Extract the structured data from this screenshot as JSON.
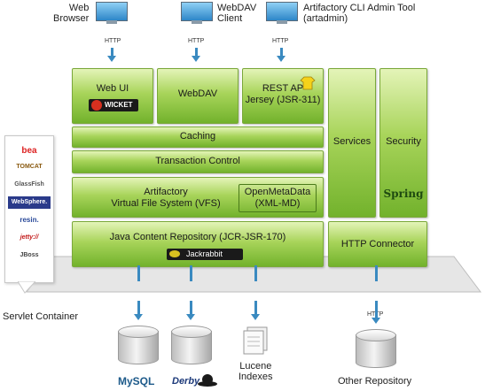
{
  "clients": {
    "web_browser": "Web\nBrowser",
    "webdav_client": "WebDAV\nClient",
    "cli": "Artifactory CLI Admin Tool\n(artadmin)",
    "http": "HTTP"
  },
  "modules": {
    "web_ui": "Web UI",
    "wicket": "WICKET",
    "webdav": "WebDAV",
    "rest": "REST AP\nJersey (JSR-311)",
    "caching": "Caching",
    "transaction": "Transaction Control",
    "vfs": "Artifactory\nVirtual File System (VFS)",
    "openmetadata": "OpenMetaData\n(XML-MD)",
    "jcr": "Java Content Repository (JCR-JSR-170)",
    "jackrabbit": "Jackrabbit",
    "services": "Services",
    "security": "Security",
    "spring": "Spring",
    "http_connector": "HTTP Connector"
  },
  "servlet_container": {
    "label": "Servlet Container",
    "servers": [
      "bea",
      "TOMCAT",
      "GlassFish",
      "WebSphere.",
      "resin.",
      "jetty://",
      "JBoss"
    ]
  },
  "storage": {
    "mysql": "MySQL",
    "derby": "Derby",
    "lucene": "Lucene\nIndexes",
    "other_repo": "Other Repository",
    "http": "HTTP"
  },
  "colors": {
    "green": "#72b22c",
    "arrow_blue": "#3a8ac0"
  }
}
